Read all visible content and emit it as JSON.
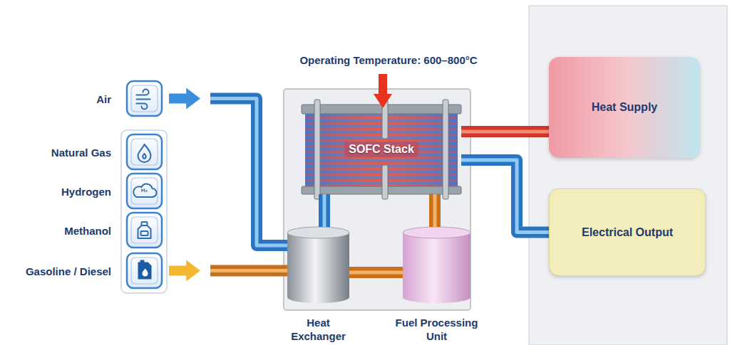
{
  "diagram": {
    "nodes": [
      {
        "text": [
          "Air"
        ]
      },
      {
        "text": [
          "Natural Gas"
        ]
      },
      {
        "text": [
          "Hydrogen"
        ]
      },
      {
        "text": [
          "Methanol"
        ]
      },
      {
        "text": [
          "Gasoline / Diesel"
        ]
      },
      {
        "text": [
          "SOFC Stack"
        ]
      },
      {
        "text": [
          "Heat Exchanger"
        ]
      },
      {
        "text": [
          "Fuel Processing Unit"
        ]
      },
      {
        "text": [
          "Heat Supply"
        ]
      },
      {
        "text": [
          "Electrical Output"
        ]
      }
    ],
    "edges": [
      {
        "from": 0,
        "to": 6,
        "arrow": "to"
      },
      {
        "from": 4,
        "to": 6,
        "arrow": "to"
      },
      {
        "from": 6,
        "to": 5,
        "arrow": "none"
      },
      {
        "from": 6,
        "to": 7,
        "arrow": "none"
      },
      {
        "from": 7,
        "to": 5,
        "arrow": "none"
      },
      {
        "from": 5,
        "to": 8,
        "arrow": "none"
      },
      {
        "from": 5,
        "to": 9,
        "arrow": "none"
      }
    ],
    "labels": [
      "Operating Temperature: 600–800°C",
      "H₂"
    ]
  }
}
